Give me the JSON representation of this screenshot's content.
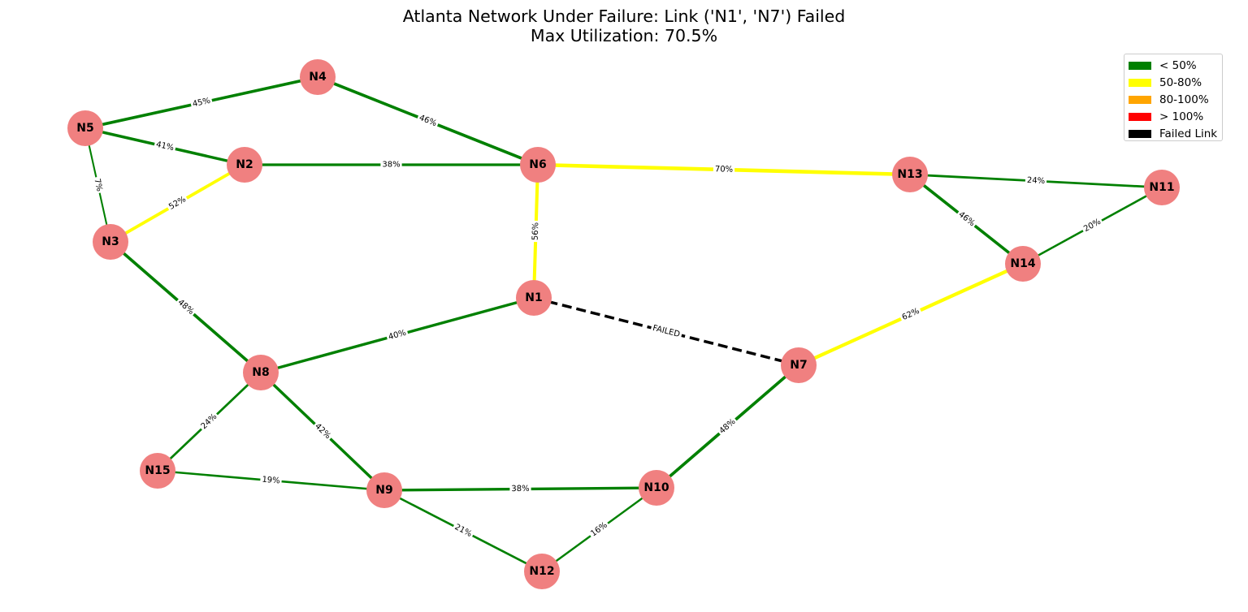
{
  "title": {
    "line1": "Atlanta Network Under Failure: Link ('N1', 'N7') Failed",
    "line2": "Max Utilization: 70.5%"
  },
  "colors": {
    "low": "#008000",
    "medium": "#ffff00",
    "high": "#ffa500",
    "over": "#ff0000",
    "failed": "#000000",
    "node": "#f08080"
  },
  "legend": [
    {
      "label": "< 50%",
      "color": "#008000"
    },
    {
      "label": "50-80%",
      "color": "#ffff00"
    },
    {
      "label": "80-100%",
      "color": "#ffa500"
    },
    {
      "label": "> 100%",
      "color": "#ff0000"
    },
    {
      "label": "Failed Link",
      "color": "#000000"
    }
  ],
  "nodes": [
    "N1",
    "N2",
    "N3",
    "N4",
    "N5",
    "N6",
    "N7",
    "N8",
    "N9",
    "N10",
    "N11",
    "N12",
    "N13",
    "N14",
    "N15"
  ],
  "edges": [
    {
      "from": "N5",
      "to": "N4",
      "label": "45%",
      "status": "low"
    },
    {
      "from": "N4",
      "to": "N6",
      "label": "46%",
      "status": "low"
    },
    {
      "from": "N5",
      "to": "N2",
      "label": "41%",
      "status": "low"
    },
    {
      "from": "N5",
      "to": "N3",
      "label": "7%",
      "status": "low"
    },
    {
      "from": "N2",
      "to": "N6",
      "label": "38%",
      "status": "low"
    },
    {
      "from": "N2",
      "to": "N3",
      "label": "52%",
      "status": "medium"
    },
    {
      "from": "N6",
      "to": "N13",
      "label": "70%",
      "status": "medium"
    },
    {
      "from": "N6",
      "to": "N1",
      "label": "56%",
      "status": "medium"
    },
    {
      "from": "N13",
      "to": "N11",
      "label": "24%",
      "status": "low"
    },
    {
      "from": "N13",
      "to": "N14",
      "label": "46%",
      "status": "low"
    },
    {
      "from": "N11",
      "to": "N14",
      "label": "20%",
      "status": "low"
    },
    {
      "from": "N14",
      "to": "N7",
      "label": "62%",
      "status": "medium"
    },
    {
      "from": "N1",
      "to": "N7",
      "label": "FAILED",
      "status": "failed"
    },
    {
      "from": "N3",
      "to": "N8",
      "label": "48%",
      "status": "low"
    },
    {
      "from": "N8",
      "to": "N1",
      "label": "40%",
      "status": "low"
    },
    {
      "from": "N8",
      "to": "N15",
      "label": "24%",
      "status": "low"
    },
    {
      "from": "N8",
      "to": "N9",
      "label": "42%",
      "status": "low"
    },
    {
      "from": "N15",
      "to": "N9",
      "label": "19%",
      "status": "low"
    },
    {
      "from": "N9",
      "to": "N10",
      "label": "38%",
      "status": "low"
    },
    {
      "from": "N9",
      "to": "N12",
      "label": "21%",
      "status": "low"
    },
    {
      "from": "N12",
      "to": "N10",
      "label": "16%",
      "status": "low"
    },
    {
      "from": "N10",
      "to": "N7",
      "label": "48%",
      "status": "low"
    }
  ]
}
